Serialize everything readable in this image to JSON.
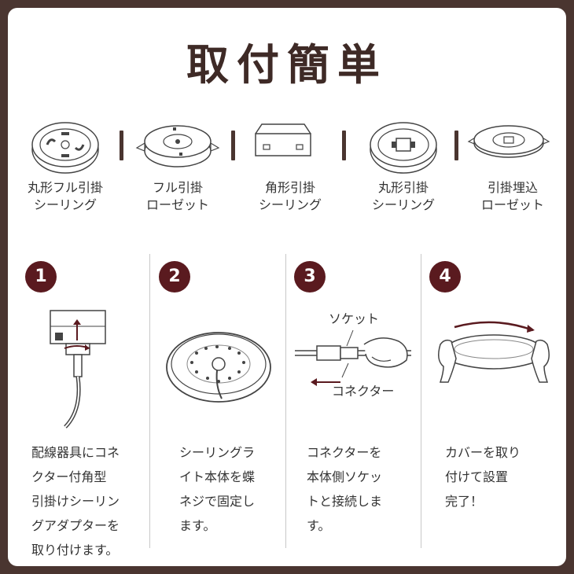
{
  "title": "取付簡単",
  "colors": {
    "frame": "#4a3530",
    "badge": "#5a1a1f",
    "title": "#3e2a26"
  },
  "types": [
    {
      "icon": "round-full-hook-ceiling-icon",
      "line1": "丸形フル引掛",
      "line2": "シーリング"
    },
    {
      "icon": "full-hook-rosette-icon",
      "line1": "フル引掛",
      "line2": "ローゼット"
    },
    {
      "icon": "square-hook-ceiling-icon",
      "line1": "角形引掛",
      "line2": "シーリング"
    },
    {
      "icon": "round-hook-ceiling-icon",
      "line1": "丸形引掛",
      "line2": "シーリング"
    },
    {
      "icon": "embedded-hook-rosette-icon",
      "line1": "引掛埋込",
      "line2": "ローゼット"
    }
  ],
  "steps": [
    {
      "number": "1",
      "icon": "adapter-install-icon",
      "lines": [
        "配線器具にコネ",
        "クター付角型",
        "引掛けシーリン",
        "グアダプターを",
        "取り付けます。"
      ]
    },
    {
      "number": "2",
      "icon": "light-body-icon",
      "lines": [
        "シーリングラ",
        "イト本体を蝶",
        "ネジで固定し",
        "ます。"
      ]
    },
    {
      "number": "3",
      "icon": "connector-socket-icon",
      "lines": [
        "コネクターを",
        "本体側ソケッ",
        "トと接続しま",
        "す。"
      ]
    },
    {
      "number": "4",
      "icon": "cover-attach-icon",
      "lines": [
        "カバーを取り",
        "付けて設置",
        "完了！"
      ]
    }
  ],
  "step3_labels": {
    "socket": "ソケット",
    "connector": "コネクター"
  }
}
